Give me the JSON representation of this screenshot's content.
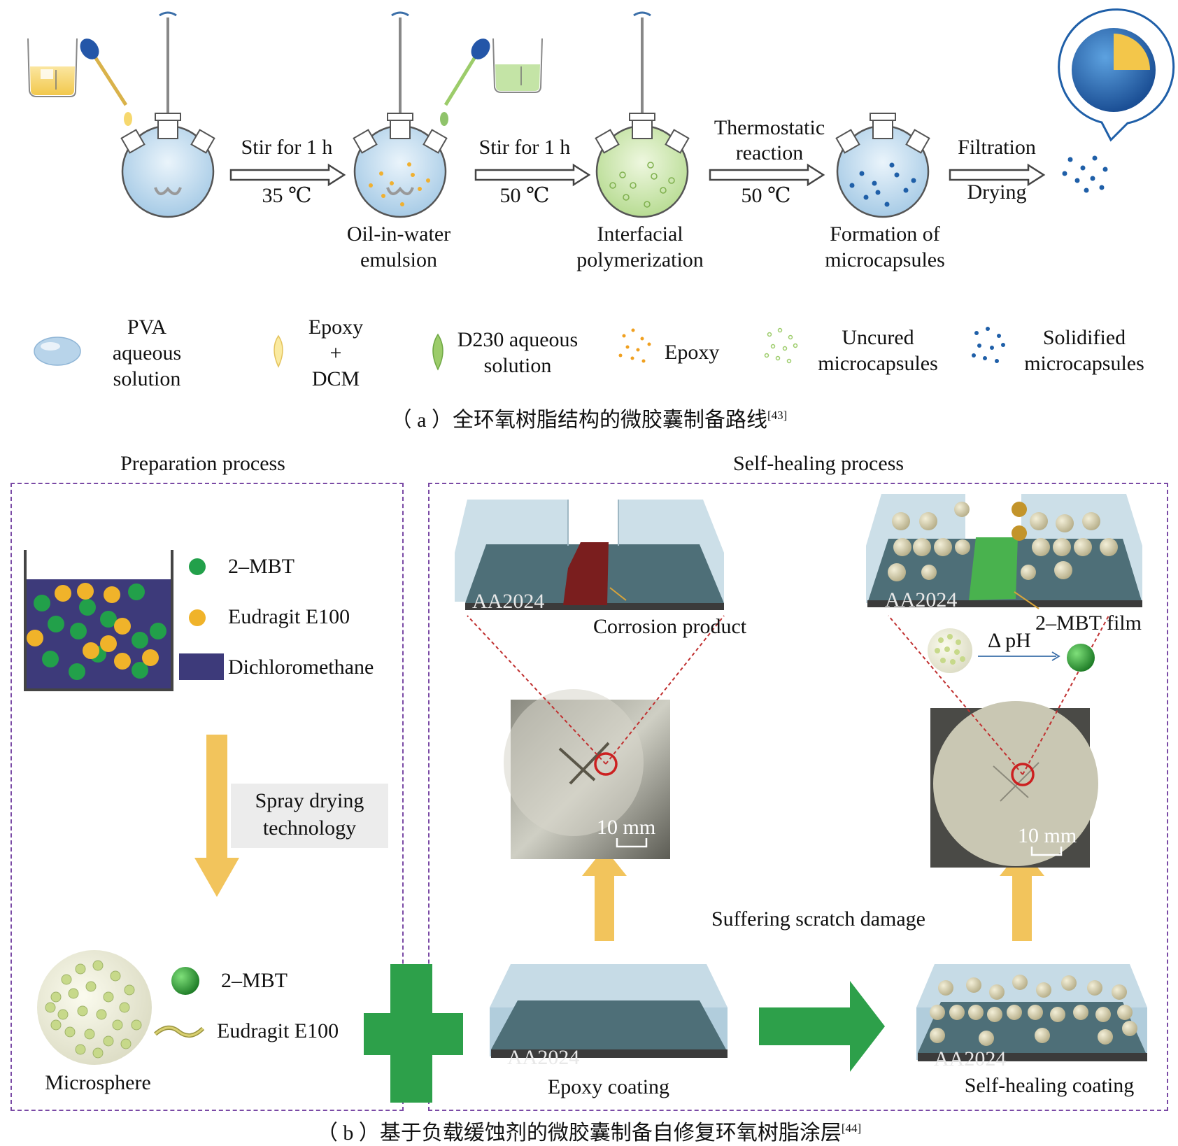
{
  "panel_a": {
    "steps": [
      {
        "arrow_top": "Stir for 1 h",
        "arrow_bottom": "35 ℃"
      },
      {
        "arrow_top": "Stir for 1 h",
        "arrow_bottom": "50 ℃"
      },
      {
        "arrow_top_line1": "Thermostatic",
        "arrow_top_line2": "reaction",
        "arrow_bottom": "50 ℃"
      },
      {
        "arrow_top": "Filtration",
        "arrow_bottom": "Drying"
      }
    ],
    "flask_labels": [
      {
        "line1": "Oil-in-water",
        "line2": "emulsion"
      },
      {
        "line1": "Interfacial",
        "line2": "polymerization"
      },
      {
        "line1": "Formation of",
        "line2": "microcapsules"
      }
    ],
    "legend": [
      {
        "line1": "PVA",
        "line2": "aqueous",
        "line3": "solution"
      },
      {
        "line1": "Epoxy",
        "line2": "+",
        "line3": "DCM"
      },
      {
        "line1": "D230 aqueous",
        "line2": "solution"
      },
      {
        "line1": "Epoxy"
      },
      {
        "line1": "Uncured",
        "line2": "microcapsules"
      },
      {
        "line1": "Solidified",
        "line2": "microcapsules"
      }
    ],
    "caption": "（ a ）全环氧树脂结构的微胶囊制备路线",
    "caption_ref": "[43]"
  },
  "panel_b": {
    "left_title": "Preparation process",
    "right_title": "Self-healing process",
    "beaker_legend": [
      "2–MBT",
      "Eudragit E100",
      "Dichloromethane"
    ],
    "spray_label_line1": "Spray drying",
    "spray_label_line2": "technology",
    "micro_legend": [
      "2–MBT",
      "Eudragit E100"
    ],
    "microsphere_label": "Microsphere",
    "substrate_label": "AA2024",
    "corrosion_label": "Corrosion product",
    "film_label": "2–MBT film",
    "dph_label": "Δ pH",
    "scale_label": "10 mm",
    "scratch_label": "Suffering scratch damage",
    "epoxy_coating_label": "Epoxy coating",
    "self_healing_coating_label": "Self-healing coating",
    "caption": "（ b ）基于负载缓蚀剂的微胶囊制备自修复环氧树脂涂层",
    "caption_ref": "[44]"
  },
  "colors": {
    "green_mbt": "#22a04a",
    "yellow_eudragit": "#f0b32a",
    "dcm_purple": "#3d3a7a",
    "arrow_yellow": "#f2c45c",
    "arrow_green": "#2da04a",
    "dashed_border": "#7a4aa5",
    "coating_blue": "#a9c8d8",
    "substrate_teal": "#4e6f78",
    "corrosion_red": "#7a1e1e",
    "film_green": "#49b24e",
    "epoxy_dot": "#f0a020",
    "uncured_dot": "#9ccc6a",
    "solid_dot": "#1f5fa8"
  }
}
